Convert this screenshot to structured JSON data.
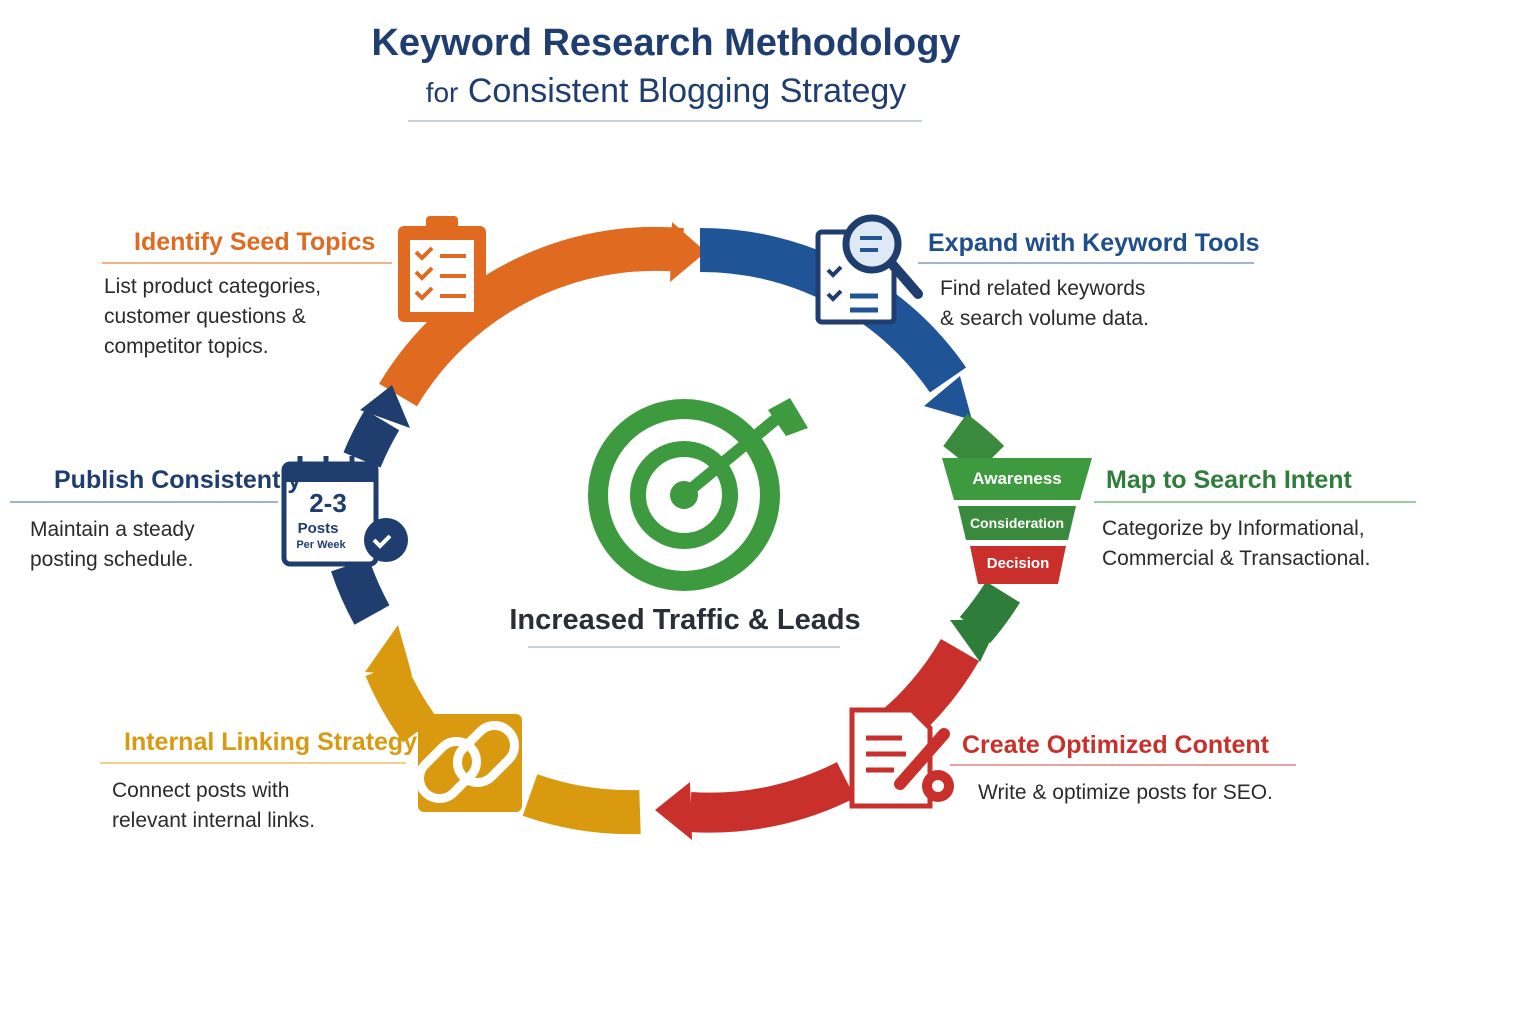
{
  "title": {
    "main": "Keyword Research Methodology",
    "sub_prefix": "for",
    "sub": "Consistent Blogging Strategy"
  },
  "center": {
    "label": "Increased Traffic & Leads"
  },
  "steps": [
    {
      "title": "Identify Seed Topics",
      "desc": [
        "List product categories,",
        "customer questions &",
        "competitor topics."
      ],
      "color": "#e06a1f",
      "icon": "clipboard-checklist-icon"
    },
    {
      "title": "Expand with Keyword Tools",
      "desc": [
        "Find related keywords",
        "& search volume data."
      ],
      "color": "#1f4e8c",
      "icon": "magnifier-document-icon"
    },
    {
      "title": "Map to Search Intent",
      "desc": [
        "Categorize by Informational,",
        "Commercial & Transactional."
      ],
      "color": "#2e7d3a",
      "icon": "funnel-icon"
    },
    {
      "title": "Create Optimized Content",
      "desc": [
        "Write & optimize posts for SEO."
      ],
      "color": "#c9302c",
      "icon": "document-pencil-gear-icon"
    },
    {
      "title": "Internal Linking Strategy",
      "desc": [
        "Connect posts with",
        "relevant internal links."
      ],
      "color": "#d99a0f",
      "icon": "chain-link-icon"
    },
    {
      "title": "Publish Consistently",
      "desc": [
        "Maintain a steady",
        "posting schedule."
      ],
      "color": "#1f3d6e",
      "icon": "calendar-icon"
    }
  ],
  "funnel": {
    "levels": [
      "Awareness",
      "Consideration",
      "Decision"
    ]
  },
  "calendar": {
    "count": "2-3",
    "line1": "Posts",
    "line2": "Per Week"
  }
}
